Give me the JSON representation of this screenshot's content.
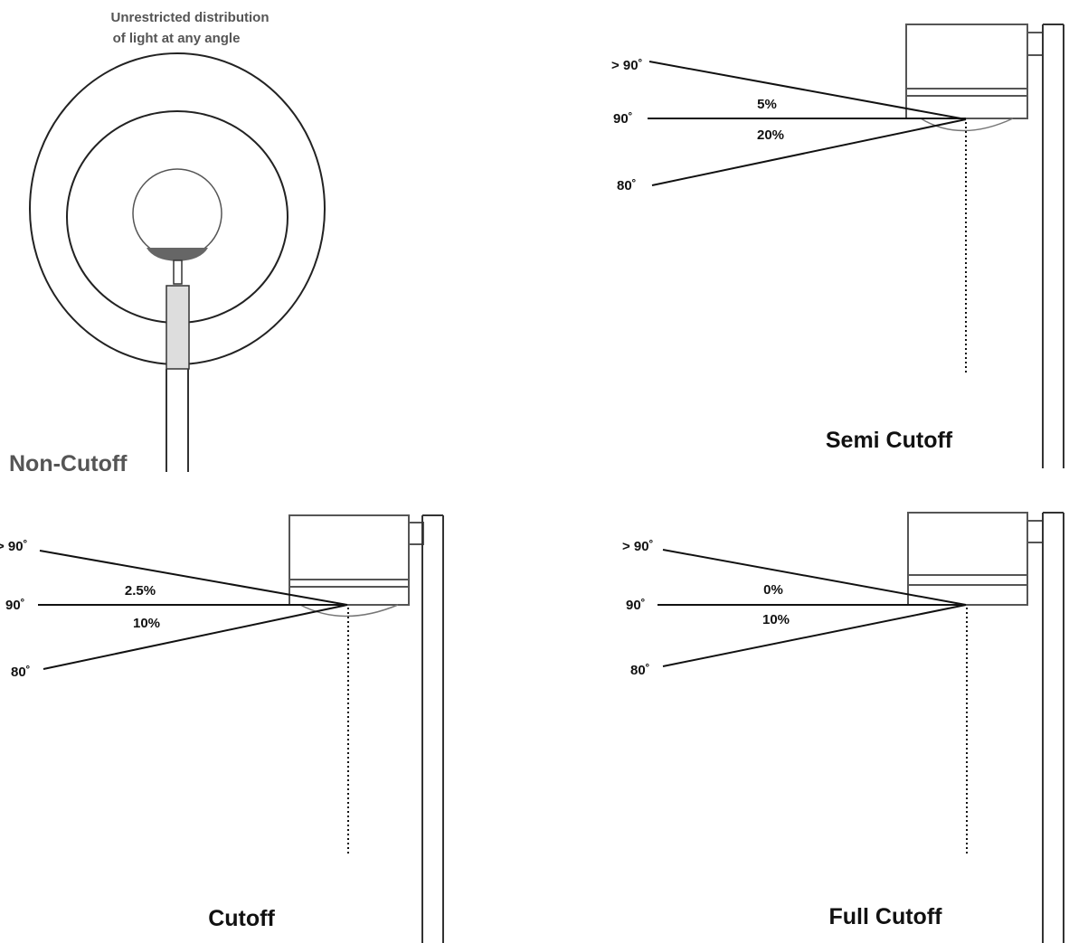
{
  "panels": {
    "non_cutoff": {
      "caption_line1": "Unrestricted distribution",
      "caption_line2": "of light at any angle",
      "title": "Non-Cutoff"
    },
    "semi_cutoff": {
      "title": "Semi Cutoff",
      "angle_above": "> 90˚",
      "angle_horizontal": "90˚",
      "angle_below": "80˚",
      "pct_above": "5%",
      "pct_below": "20%"
    },
    "cutoff": {
      "title": "Cutoff",
      "angle_above": "> 90˚",
      "angle_horizontal": "90˚",
      "angle_below": "80˚",
      "pct_above": "2.5%",
      "pct_below": "10%"
    },
    "full_cutoff": {
      "title": "Full Cutoff",
      "angle_above": "> 90˚",
      "angle_horizontal": "90˚",
      "angle_below": "80˚",
      "pct_above": "0%",
      "pct_below": "10%"
    }
  },
  "colors": {
    "line": "#111111",
    "fixture_outline": "#666666",
    "lamp_shade": "#666666",
    "pole_fill": "#dddddd"
  }
}
